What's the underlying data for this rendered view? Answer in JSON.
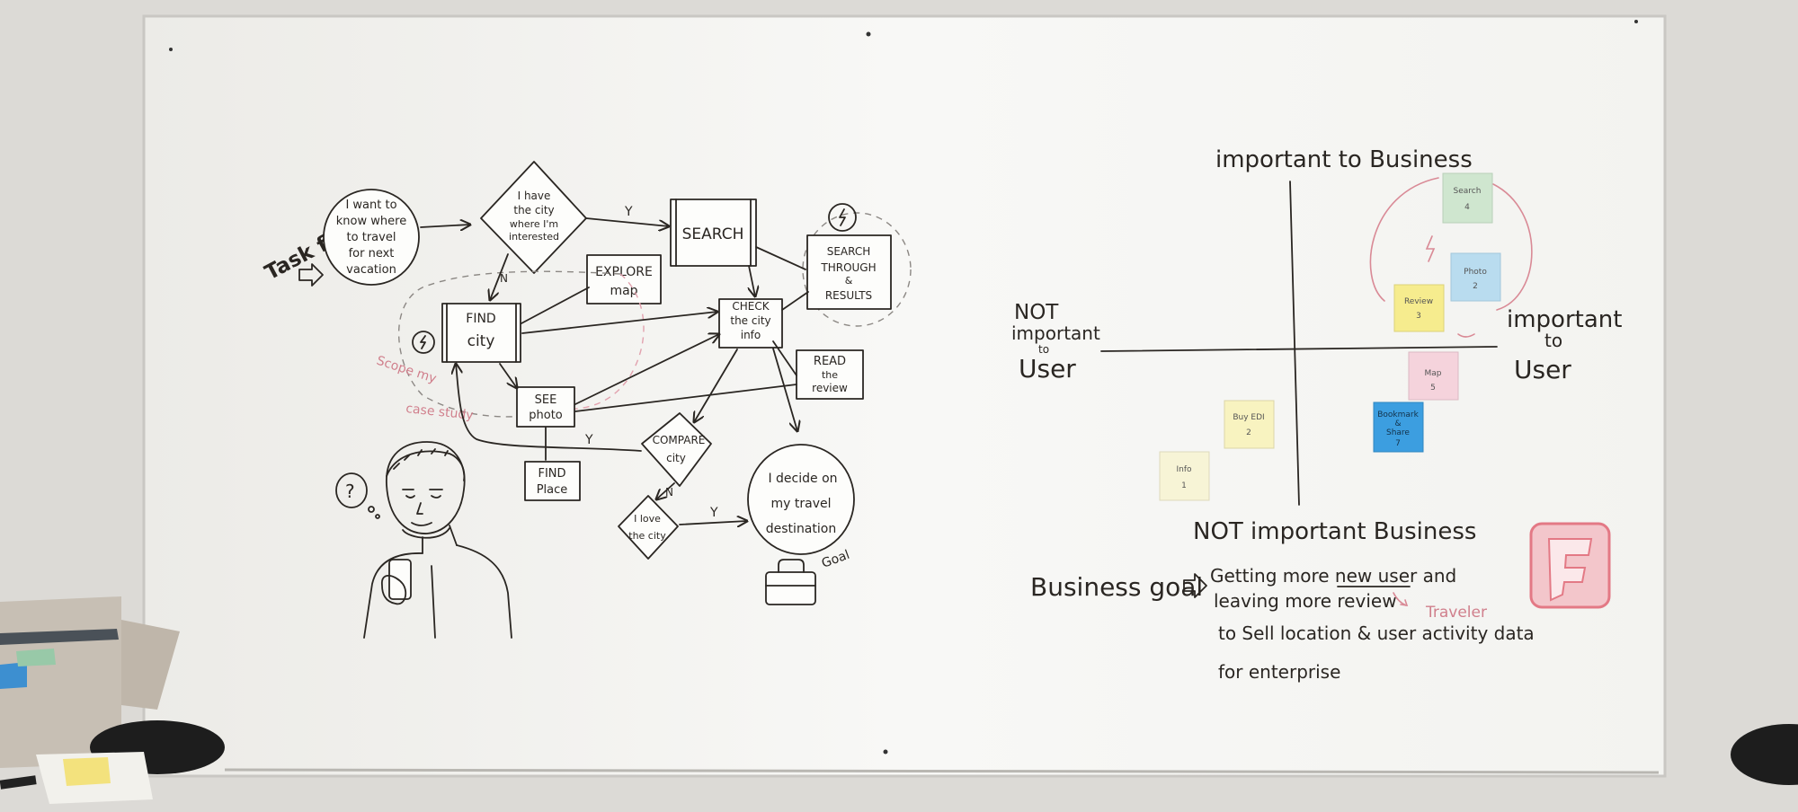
{
  "task_flow": {
    "title": "Task flow",
    "start": [
      "I want to",
      "know where",
      "to travel",
      "for next",
      "vacation"
    ],
    "have_city": [
      "I have",
      "the city",
      "where I'm",
      "interested"
    ],
    "search": "SEARCH",
    "explore": [
      "EXPLORE",
      "map"
    ],
    "search_results": [
      "SEARCH",
      "THROUGH",
      "&",
      "RESULTS"
    ],
    "find_city": [
      "FIND",
      "city"
    ],
    "check_city": [
      "CHECK",
      "the city",
      "info"
    ],
    "read_review": [
      "READ",
      "the",
      "review"
    ],
    "see_photo": [
      "SEE",
      "photo"
    ],
    "compare": [
      "COMPARE",
      "city"
    ],
    "find_place": [
      "FIND",
      "Place"
    ],
    "love_city": [
      "I love",
      "the city"
    ],
    "decide": [
      "I decide on",
      "my travel",
      "destination"
    ],
    "goal": "Goal",
    "scope": [
      "Scope my",
      "case study"
    ],
    "label_y": "Y",
    "label_n": "N",
    "question": "?"
  },
  "matrix": {
    "top": "important to Business",
    "bottom": "NOT important Business",
    "left": [
      "NOT",
      "important",
      "to",
      "User"
    ],
    "right": [
      "important",
      "to",
      "User"
    ],
    "stickies": [
      {
        "lines": [
          "Search",
          "4"
        ],
        "color": "#cfe6cf"
      },
      {
        "lines": [
          "Photo",
          "2"
        ],
        "color": "#b9dcef"
      },
      {
        "lines": [
          "Review",
          "3"
        ],
        "color": "#f6ec8e"
      },
      {
        "lines": [
          "Map",
          "5"
        ],
        "color": "#f5d3dc"
      },
      {
        "lines": [
          "Bookmark",
          "&",
          "Share",
          "7"
        ],
        "color": "#3c9ee0"
      },
      {
        "lines": [
          "Buy EDI",
          "2"
        ],
        "color": "#f8f3c0"
      },
      {
        "lines": [
          "Info",
          "1"
        ],
        "color": "#f7f4d6"
      }
    ]
  },
  "business_goal": {
    "label": "Business goal",
    "line1": "Getting more new user and",
    "line2": "leaving more review",
    "traveler": "Traveler",
    "line3": "to Sell location & user activity data",
    "line4": "for enterprise"
  },
  "colors": {
    "board": "#f4f4f1",
    "wall": "#dedcd8",
    "ink": "#2a2622",
    "pink": "#d98a96",
    "logo": "#ea7b86"
  }
}
